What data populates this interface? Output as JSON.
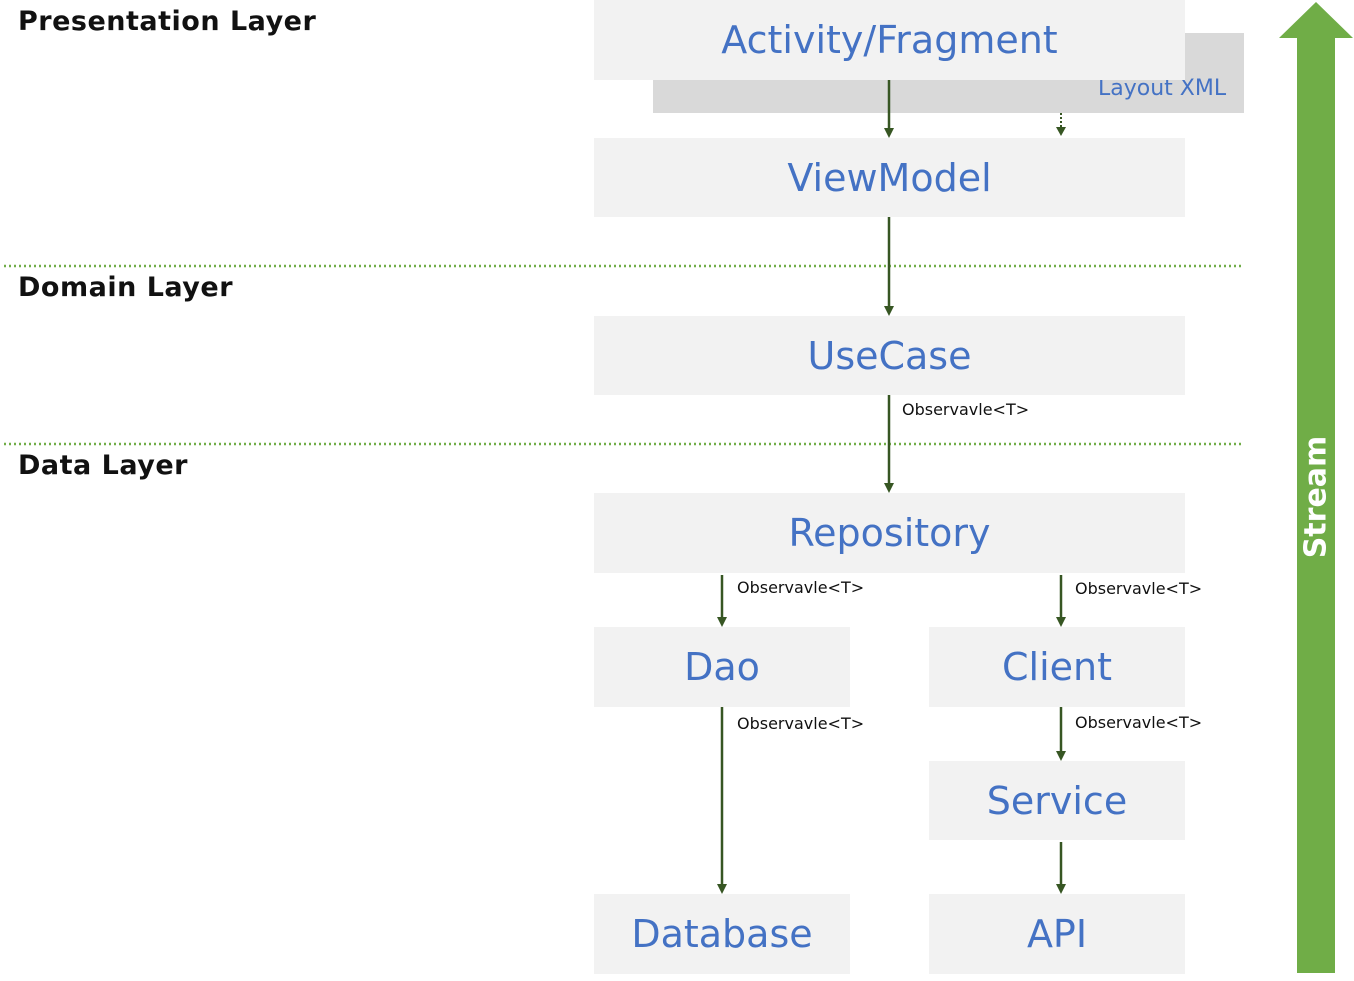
{
  "layers": {
    "presentation": "Presentation Layer",
    "domain": "Domain Layer",
    "data": "Data Layer"
  },
  "nodes": {
    "activity": "Activity/Fragment",
    "layout_xml": "Layout XML",
    "viewmodel": "ViewModel",
    "usecase": "UseCase",
    "repository": "Repository",
    "dao": "Dao",
    "client": "Client",
    "service": "Service",
    "database": "Database",
    "api": "API"
  },
  "edge_labels": {
    "usecase_to_repository": "Observavle<T>",
    "repository_to_dao": "Observavle<T>",
    "repository_to_client": "Observavle<T>",
    "dao_to_database": "Observavle<T>",
    "client_to_service": "Observavle<T>"
  },
  "stream": {
    "label": "Stream"
  },
  "colors": {
    "node_text": "#4472c4",
    "node_fill": "#f2f2f2",
    "arrow": "#375623",
    "separator": "#70ad47",
    "stream_arrow": "#70ad47"
  }
}
